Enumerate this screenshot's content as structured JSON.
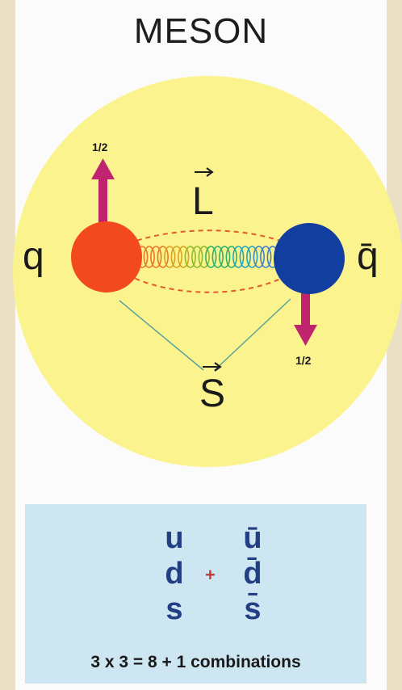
{
  "title": "MESON",
  "labels": {
    "quark": "q",
    "antiquark": "q̄",
    "orbital": "L",
    "spin": "S",
    "spin_left": "1/2",
    "spin_right": "1/2"
  },
  "quarks": [
    "u",
    "d",
    "s"
  ],
  "antiquarks": [
    "ū",
    "d̄",
    "s̄"
  ],
  "plus": "+",
  "combinations": "3 x 3 = 8 + 1 combinations",
  "colors": {
    "background_circle": "#fbf38e",
    "quark": "#f24a1e",
    "antiquark": "#123ea0",
    "spin_arrow": "#c1246e",
    "box": "#cde6f1",
    "quark_text": "#233f84"
  }
}
